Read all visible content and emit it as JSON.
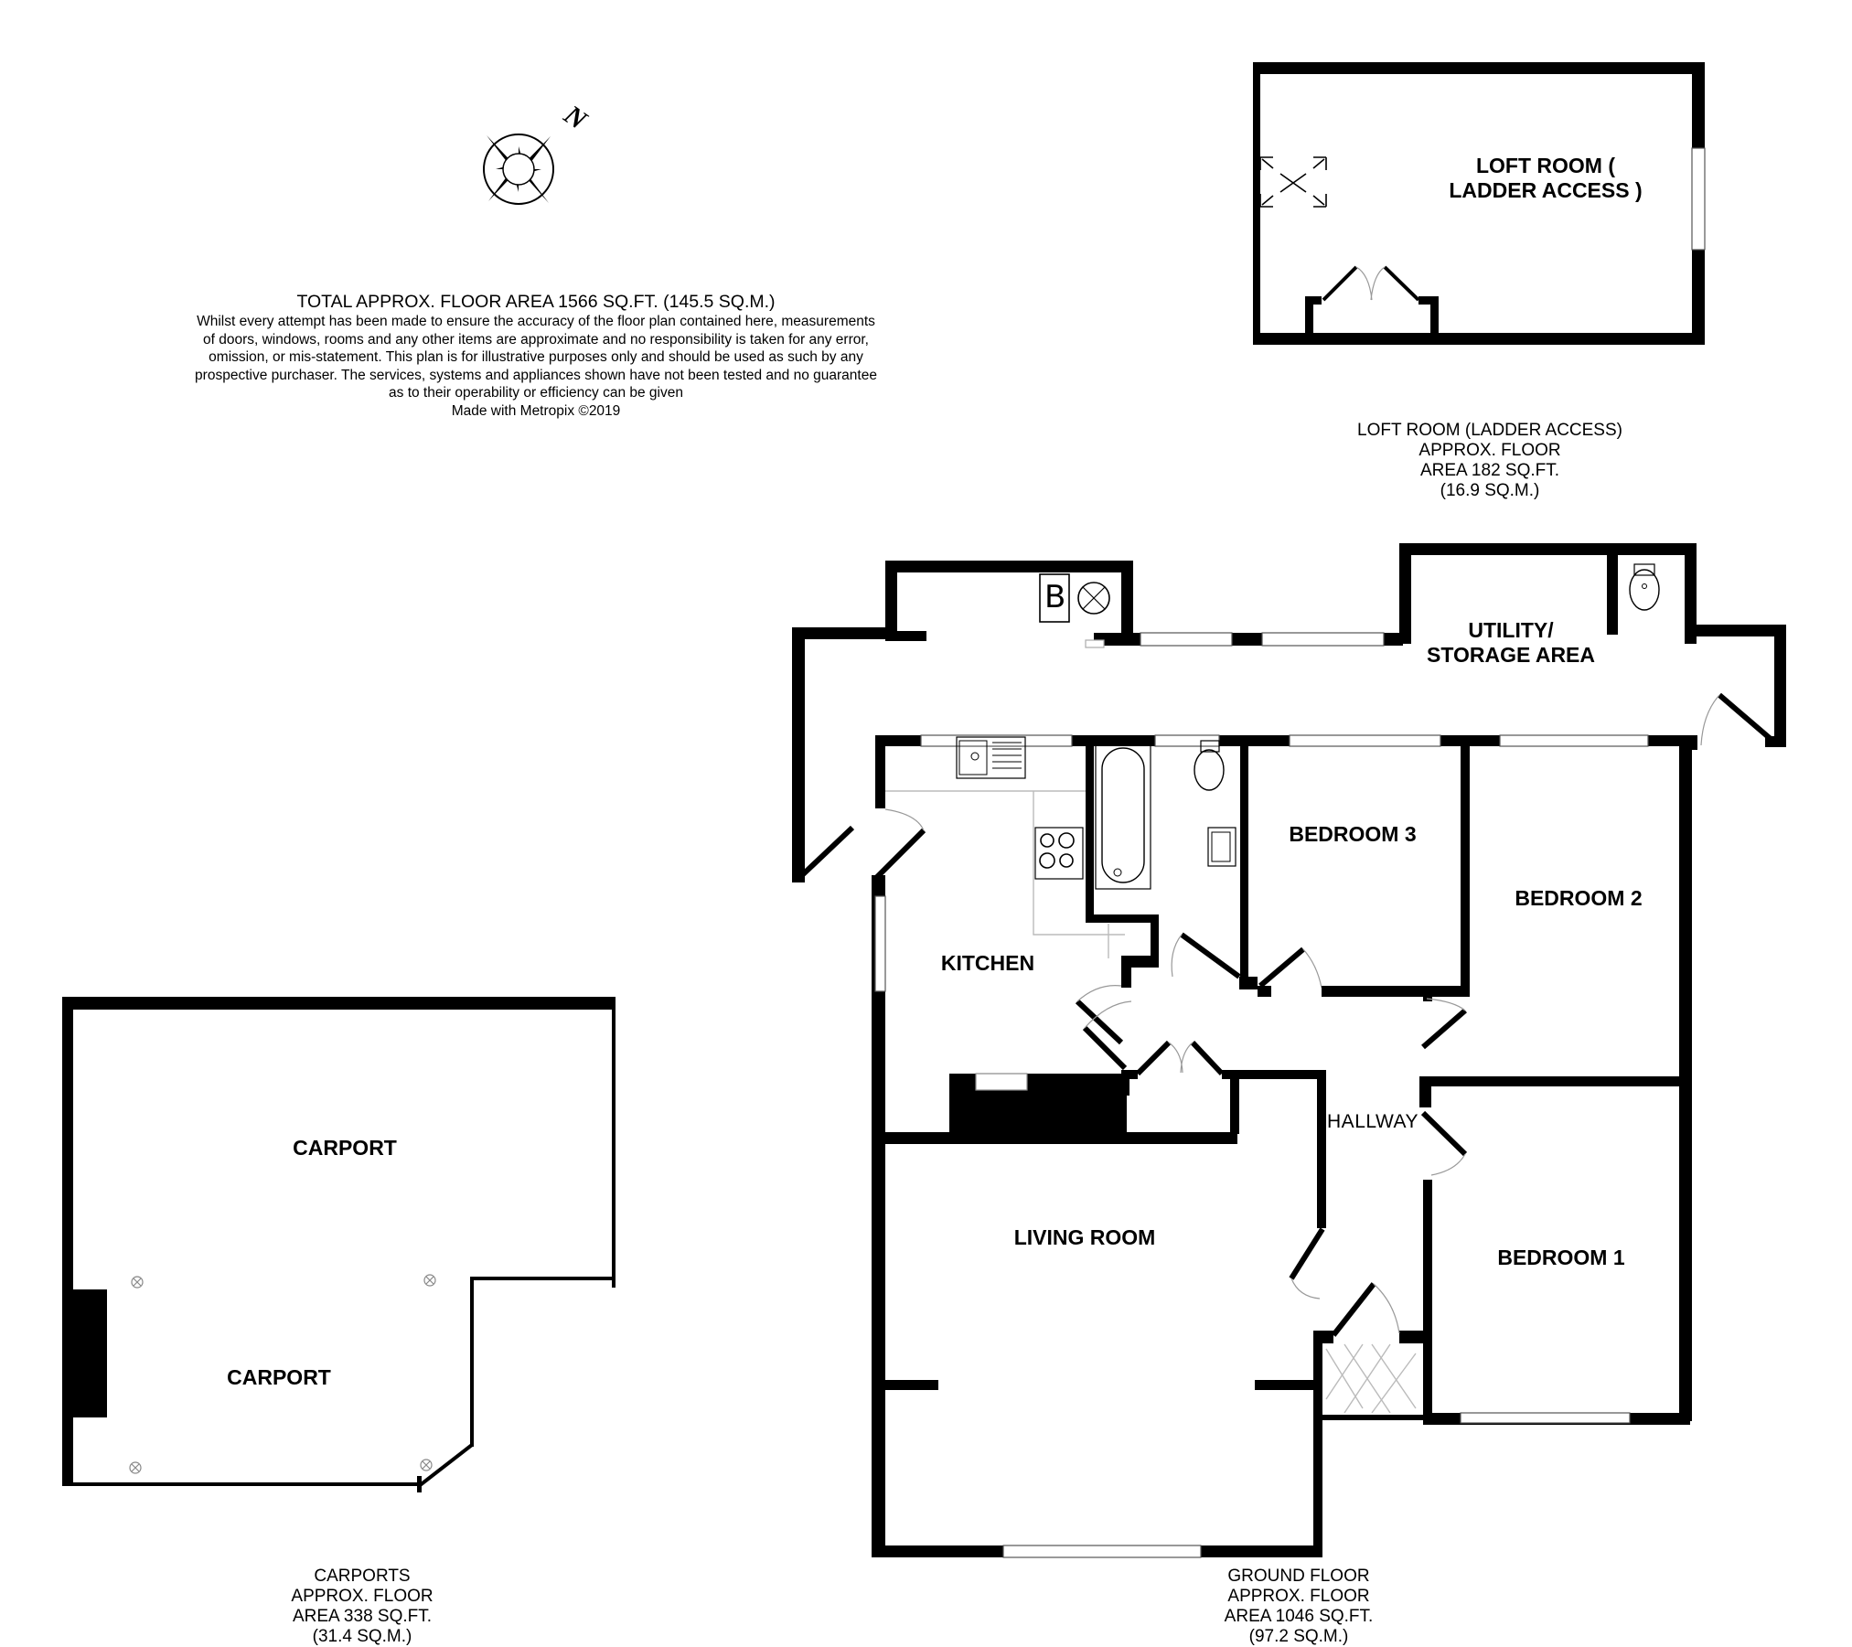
{
  "summary": {
    "total_area": "TOTAL APPROX. FLOOR AREA 1566 SQ.FT. (145.5 SQ.M.)",
    "disclaimer_lines": [
      "Whilst every attempt has been made to ensure the accuracy of the floor plan contained here, measurements",
      "of doors, windows, rooms and any other items are approximate and no responsibility is taken for any error,",
      "omission, or mis-statement. This plan is for illustrative purposes only and should be used as such by any",
      "prospective purchaser. The services, systems and appliances shown have not been tested and no guarantee",
      "as to their operability or efficiency can be given"
    ],
    "made_with": "Made with Metropix ©2019"
  },
  "compass": {
    "label": "N",
    "icon": "compass-rose-icon"
  },
  "floors": {
    "loft": {
      "room_label_line1": "LOFT ROOM (",
      "room_label_line2": "LADDER ACCESS )",
      "caption": [
        "LOFT ROOM (LADDER ACCESS)",
        "APPROX. FLOOR",
        "AREA 182 SQ.FT.",
        "(16.9 SQ.M.)"
      ]
    },
    "ground": {
      "rooms": {
        "utility_line1": "UTILITY/",
        "utility_line2": "STORAGE AREA",
        "kitchen": "KITCHEN",
        "bedroom3": "BEDROOM 3",
        "bedroom2": "BEDROOM 2",
        "bedroom1": "BEDROOM 1",
        "hallway": "HALLWAY",
        "living_room": "LIVING ROOM"
      },
      "boiler_symbol": "B",
      "caption": [
        "GROUND FLOOR",
        "APPROX. FLOOR",
        "AREA 1046 SQ.FT.",
        "(97.2 SQ.M.)"
      ]
    },
    "carports": {
      "rooms": {
        "carport_upper": "CARPORT",
        "carport_lower": "CARPORT"
      },
      "caption": [
        "CARPORTS",
        "APPROX. FLOOR",
        "AREA 338 SQ.FT.",
        "(31.4 SQ.M.)"
      ]
    }
  }
}
